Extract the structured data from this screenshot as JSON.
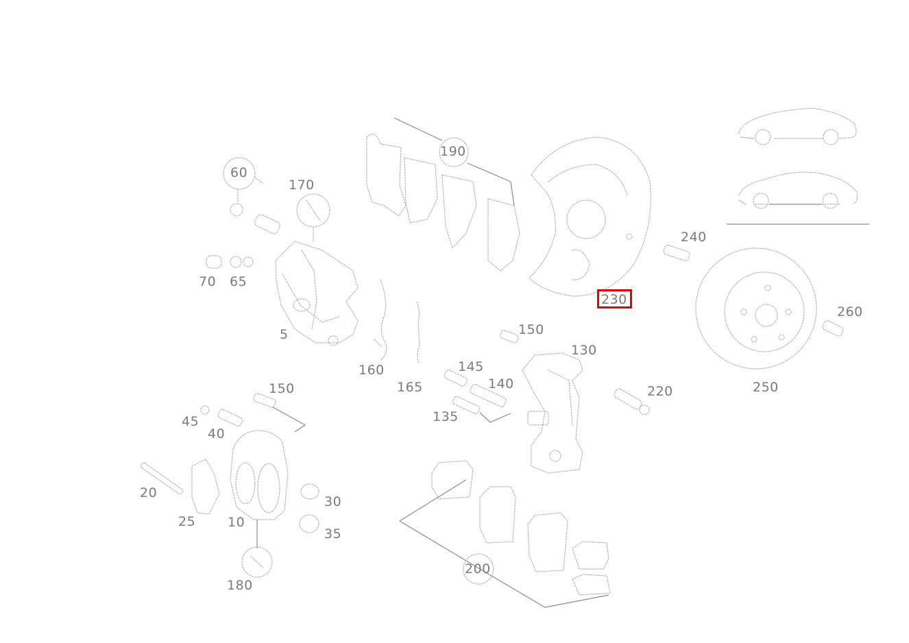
{
  "parts": [
    {
      "id": "p60",
      "label": "60"
    },
    {
      "id": "p170",
      "label": "170"
    },
    {
      "id": "p70",
      "label": "70"
    },
    {
      "id": "p65",
      "label": "65"
    },
    {
      "id": "p5",
      "label": "5"
    },
    {
      "id": "p160",
      "label": "160"
    },
    {
      "id": "p165",
      "label": "165"
    },
    {
      "id": "p190",
      "label": "190"
    },
    {
      "id": "p230",
      "label": "230"
    },
    {
      "id": "p240",
      "label": "240"
    },
    {
      "id": "p260",
      "label": "260"
    },
    {
      "id": "p250",
      "label": "250"
    },
    {
      "id": "p150a",
      "label": "150"
    },
    {
      "id": "p130",
      "label": "130"
    },
    {
      "id": "p145",
      "label": "145"
    },
    {
      "id": "p140",
      "label": "140"
    },
    {
      "id": "p135",
      "label": "135"
    },
    {
      "id": "p220",
      "label": "220"
    },
    {
      "id": "p150b",
      "label": "150"
    },
    {
      "id": "p45",
      "label": "45"
    },
    {
      "id": "p40",
      "label": "40"
    },
    {
      "id": "p20",
      "label": "20"
    },
    {
      "id": "p25",
      "label": "25"
    },
    {
      "id": "p10",
      "label": "10"
    },
    {
      "id": "p30",
      "label": "30"
    },
    {
      "id": "p35",
      "label": "35"
    },
    {
      "id": "p180",
      "label": "180"
    },
    {
      "id": "p200",
      "label": "200"
    }
  ],
  "highlighted_part": "230",
  "colors": {
    "highlight": "#e60000",
    "linework": "#b4b4b4",
    "label": "#7a7a7a"
  }
}
